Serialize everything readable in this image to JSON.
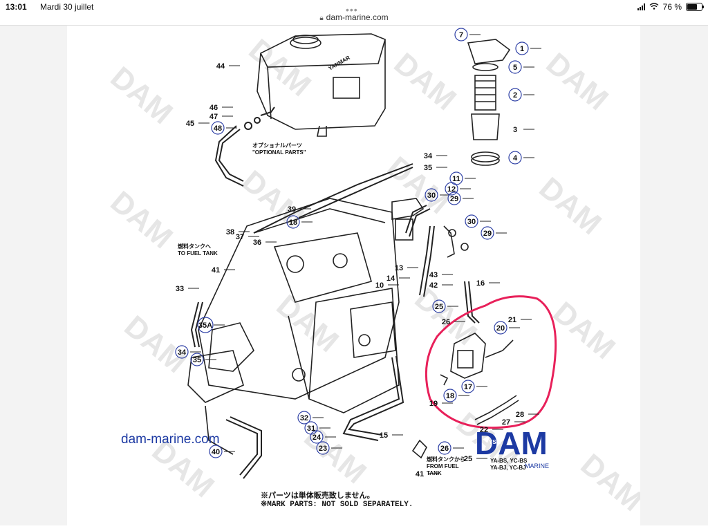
{
  "status_bar": {
    "time": "13:01",
    "date": "Mardi 30 juillet",
    "battery": "76 %",
    "battery_level": 0.76
  },
  "browser": {
    "url": "dam-marine.com"
  },
  "diagram": {
    "brand_tank_text": "YANMAR",
    "optional_parts_jp": "オプショナルパーツ",
    "optional_parts": "\"OPTIONAL PARTS\"",
    "to_fuel_tank_jp": "燃料タンクへ",
    "to_fuel_tank": "TO FUEL TANK",
    "from_fuel_tank_jp": "燃料タンクから",
    "from_fuel_tank_line1": "FROM FUEL",
    "from_fuel_tank_line2": "TANK",
    "site_link": "dam-marine.com",
    "note_jp": "※パーツは単体販売致しません。",
    "note_en": "※MARK PARTS: NOT SOLD SEPARATELY.",
    "logo_text": "DAM",
    "logo_sub": "MARINE",
    "model_line1": "YA-BS, YC-BS",
    "model_line2": "YA-BJ, YC-BJ",
    "model_prefix": "YSM",
    "watermark_text": "DAM",
    "callouts": [
      "1",
      "2",
      "3",
      "4",
      "5",
      "7",
      "10",
      "11",
      "12",
      "13",
      "14",
      "15",
      "16",
      "17",
      "18",
      "19",
      "20",
      "21",
      "22",
      "23",
      "24",
      "25",
      "26",
      "27",
      "28",
      "29",
      "30",
      "31",
      "32",
      "33",
      "34",
      "35",
      "35A",
      "36",
      "37",
      "38",
      "39",
      "40",
      "41",
      "42",
      "43",
      "44",
      "45",
      "46",
      "47",
      "48"
    ]
  },
  "colors": {
    "page_bg": "#f3f3f3",
    "sheet_bg": "#ffffff",
    "callout_circle": "#2d3fa5",
    "highlight": "#e8205a",
    "link": "#1d3aa3",
    "logo": "#1d3aa3",
    "watermark": "#e6e6e6"
  }
}
